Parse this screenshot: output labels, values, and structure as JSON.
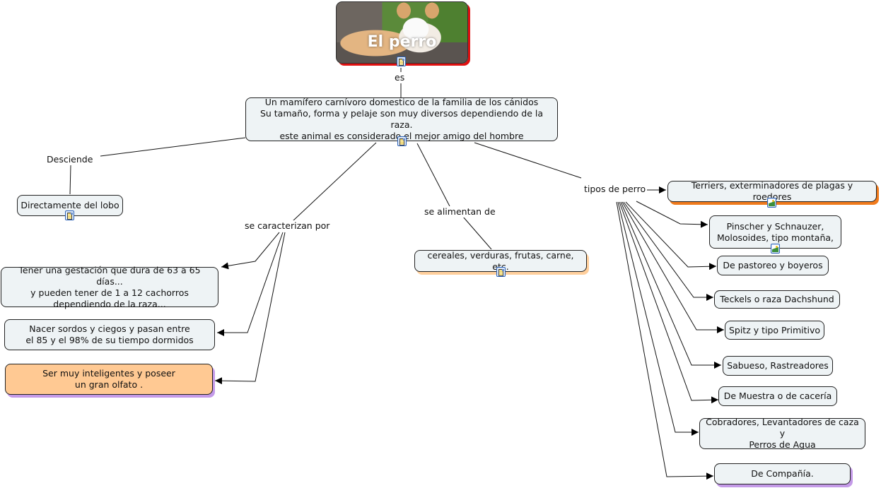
{
  "map": {
    "root": {
      "title": "El perro",
      "resource_icon": "document-icon",
      "shadow_color": "#e01010"
    },
    "links": {
      "es": "es",
      "desciende": "Desciende",
      "se_caracterizan": "se caracterizan por",
      "se_alimentan": "se alimentan de",
      "tipos": "tipos de perro"
    },
    "concepts": {
      "definition": "Un mamífero carnívoro domestico de la familia de los cánidos\nSu tamaño, forma y pelaje son muy diversos dependiendo de la raza.\neste animal es considerado el mejor amigo del hombre",
      "lobo": "Directamente del lobo",
      "gestacion": "Tener una gestación que dura de 63 a 65 días...\ny pueden tener de 1 a 12 cachorros\ndependiendo de la raza...",
      "sordos": "Nacer sordos y ciegos  y pasan entre\nel  85 y el 98% de su tiempo dormidos",
      "inteligentes": "Ser muy inteligentes y poseer\nun gran olfato .",
      "alimentos": "cereales, verduras, frutas, carne, etc.",
      "types": [
        "Terriers, exterminadores de plagas y roedores",
        "Pinscher y Schnauzer,\nMolosoides, tipo montaña,",
        "De pastoreo y boyeros",
        "Teckels o raza Dachshund",
        "Spitz y tipo Primitivo",
        "Sabueso, Rastreadores",
        "De Muestra o de cacería",
        "Cobradores, Levantadores de caza y\nPerros de Agua",
        "De Compañía."
      ]
    },
    "colors": {
      "node_fill": "#eef3f5",
      "highlight_fill": "#ffc993",
      "shadow_orange": "#f07a1c",
      "shadow_peach": "#ffcf9c",
      "shadow_purple": "#c49ae8"
    }
  }
}
